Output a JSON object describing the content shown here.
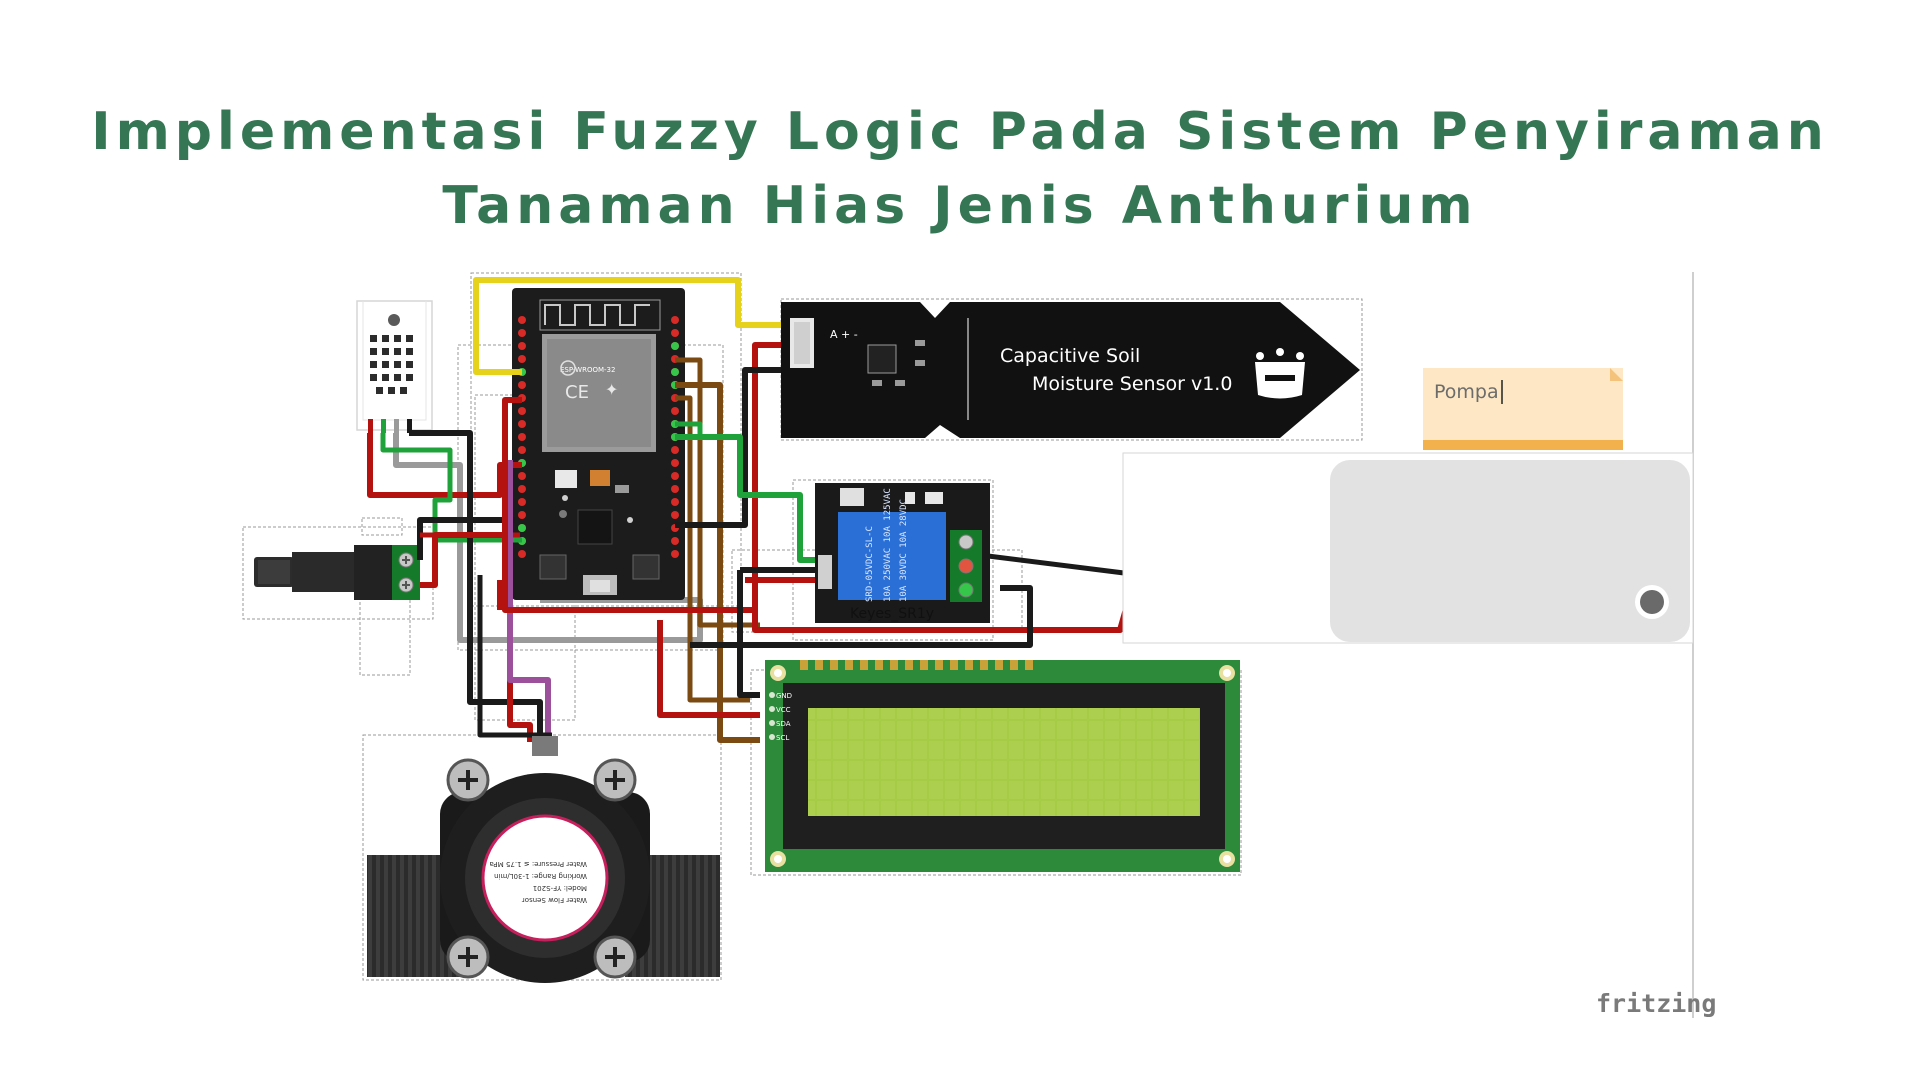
{
  "title": {
    "line1": "Implementasi Fuzzy Logic Pada Sistem Penyiraman",
    "line2": "Tanaman Hias Jenis Anthurium"
  },
  "soil_sensor": {
    "line1": "Capacitive Soil",
    "line2": "Moisture Sensor v1.0",
    "pins": "A + -"
  },
  "relay": {
    "label": "Keyes_SR1y",
    "spec": [
      "SRD-05VDC-SL-C",
      "10A 250VAC 10A 125VAC",
      "10A 30VDC 10A 28VDC"
    ]
  },
  "pump_note": {
    "text": "Pompa"
  },
  "lcd_pins": [
    "GND",
    "VCC",
    "SDA",
    "SCL"
  ],
  "esp32": {
    "module": "ESP-WROOM-32"
  },
  "flow_sensor": {
    "text": [
      "Water Flow Sensor",
      "Model: YF-S201",
      "Working Range: 1-30L/min",
      "Water Pressure: ≤ 1.75 MPa"
    ]
  },
  "watermark": "fritzing",
  "colors": {
    "title": "#357654",
    "wire_red": "#b3120f",
    "wire_black": "#1a1a1a",
    "wire_brown": "#7a4a12",
    "wire_green": "#1fa23a",
    "wire_yellow": "#e6d21a",
    "wire_gray": "#9a9a9a",
    "wire_purple": "#9c4f9a",
    "lcd_screen": "#a6cc45",
    "pcb_green": "#2c8a3a",
    "relay_blue": "#2a6fd6"
  }
}
